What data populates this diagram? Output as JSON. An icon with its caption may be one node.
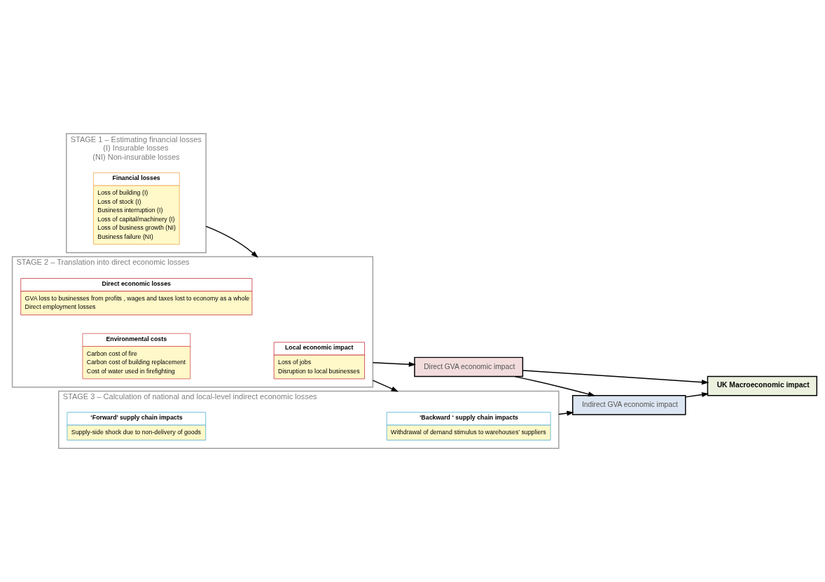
{
  "diagram": {
    "nodes": [
      {
        "text": [
          "STAGE 1 – Estimating financial losses",
          "(I) Insurable losses",
          "(NI) Non-insurable losses"
        ]
      },
      {
        "text": [
          "Financial losses",
          "Loss of building (I)",
          "Loss of stock (I)",
          "Business interruption (I)",
          "Loss of capital/machinery (I)",
          "Loss of business growth (NI)",
          "Business failure (NI)"
        ],
        "in": 0
      },
      {
        "text": [
          "STAGE 2 – Translation into direct economic losses"
        ]
      },
      {
        "text": [
          "Direct economic losses",
          "GVA loss to businesses from profits , wages and taxes lost to economy as a whole",
          "Direct employment losses"
        ],
        "in": 2
      },
      {
        "text": [
          "Local economic impact",
          "Loss of jobs",
          "Disruption to local businesses"
        ],
        "in": 2
      },
      {
        "text": [
          "Environmental costs",
          "Carbon cost of fire",
          "Carbon cost of building replacement",
          "Cost of water used in firefighting"
        ],
        "in": 2
      },
      {
        "text": [
          "STAGE 3 – Calculation of national and local-level indirect economic losses"
        ]
      },
      {
        "text": [
          "‘Forward’ supply chain impacts",
          "Supply-side shock due to non-delivery of goods"
        ],
        "in": 6
      },
      {
        "text": [
          "‘Backward ‘ supply chain impacts",
          "Withdrawal of demand stimulus to warehouses’ suppliers"
        ],
        "in": 6
      },
      {
        "text": [
          "Direct GVA economic impact"
        ]
      },
      {
        "text": [
          "Indirect GVA economic impact"
        ]
      },
      {
        "text": [
          "UK Macroeconomic impact"
        ]
      }
    ],
    "edges": [
      {
        "from": 0,
        "to": 2,
        "arrow": "to"
      },
      {
        "from": 2,
        "to": 6,
        "arrow": "to"
      },
      {
        "from": 2,
        "to": 9,
        "arrow": "to"
      },
      {
        "from": 6,
        "to": 10,
        "arrow": "to"
      },
      {
        "from": 9,
        "to": 10,
        "arrow": "to"
      },
      {
        "from": 10,
        "to": 11,
        "arrow": "to"
      },
      {
        "from": 9,
        "to": 11,
        "arrow": "to"
      }
    ]
  }
}
